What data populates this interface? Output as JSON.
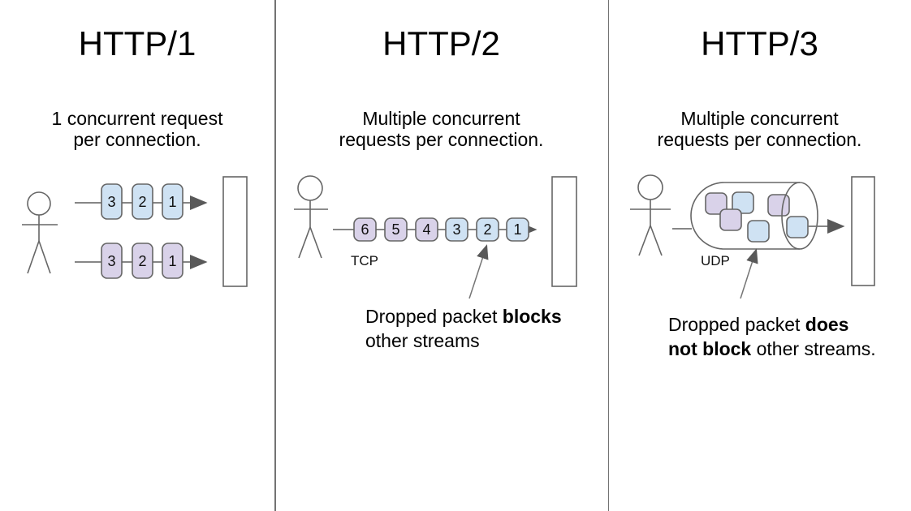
{
  "colors": {
    "packet_blue": "#cfe2f3",
    "packet_purple": "#d9d2e9",
    "shape_outline": "#666666",
    "flow_line": "#757575",
    "arrowhead": "#595959",
    "divider": "#737373",
    "text": "#000000"
  },
  "http1": {
    "title": "HTTP/1",
    "subtitle_line1": "1 concurrent request",
    "subtitle_line2": "per connection.",
    "stream1_packets": [
      "3",
      "2",
      "1"
    ],
    "stream2_packets": [
      "3",
      "2",
      "1"
    ]
  },
  "http2": {
    "title": "HTTP/2",
    "subtitle_line1": "Multiple concurrent",
    "subtitle_line2": "requests per connection.",
    "packets": [
      "6",
      "5",
      "4",
      "3",
      "2",
      "1"
    ],
    "protocol_label": "TCP",
    "annotation": {
      "line1_prefix": "Dropped packet ",
      "line1_bold": "blocks",
      "line2": "other streams"
    }
  },
  "http3": {
    "title": "HTTP/3",
    "subtitle_line1": "Multiple concurrent",
    "subtitle_line2": "requests per connection.",
    "protocol_label": "UDP",
    "annotation": {
      "line1_prefix": "Dropped packet ",
      "line1_bold": "does",
      "line2_bold": "not block",
      "line2_suffix": " other streams."
    }
  }
}
